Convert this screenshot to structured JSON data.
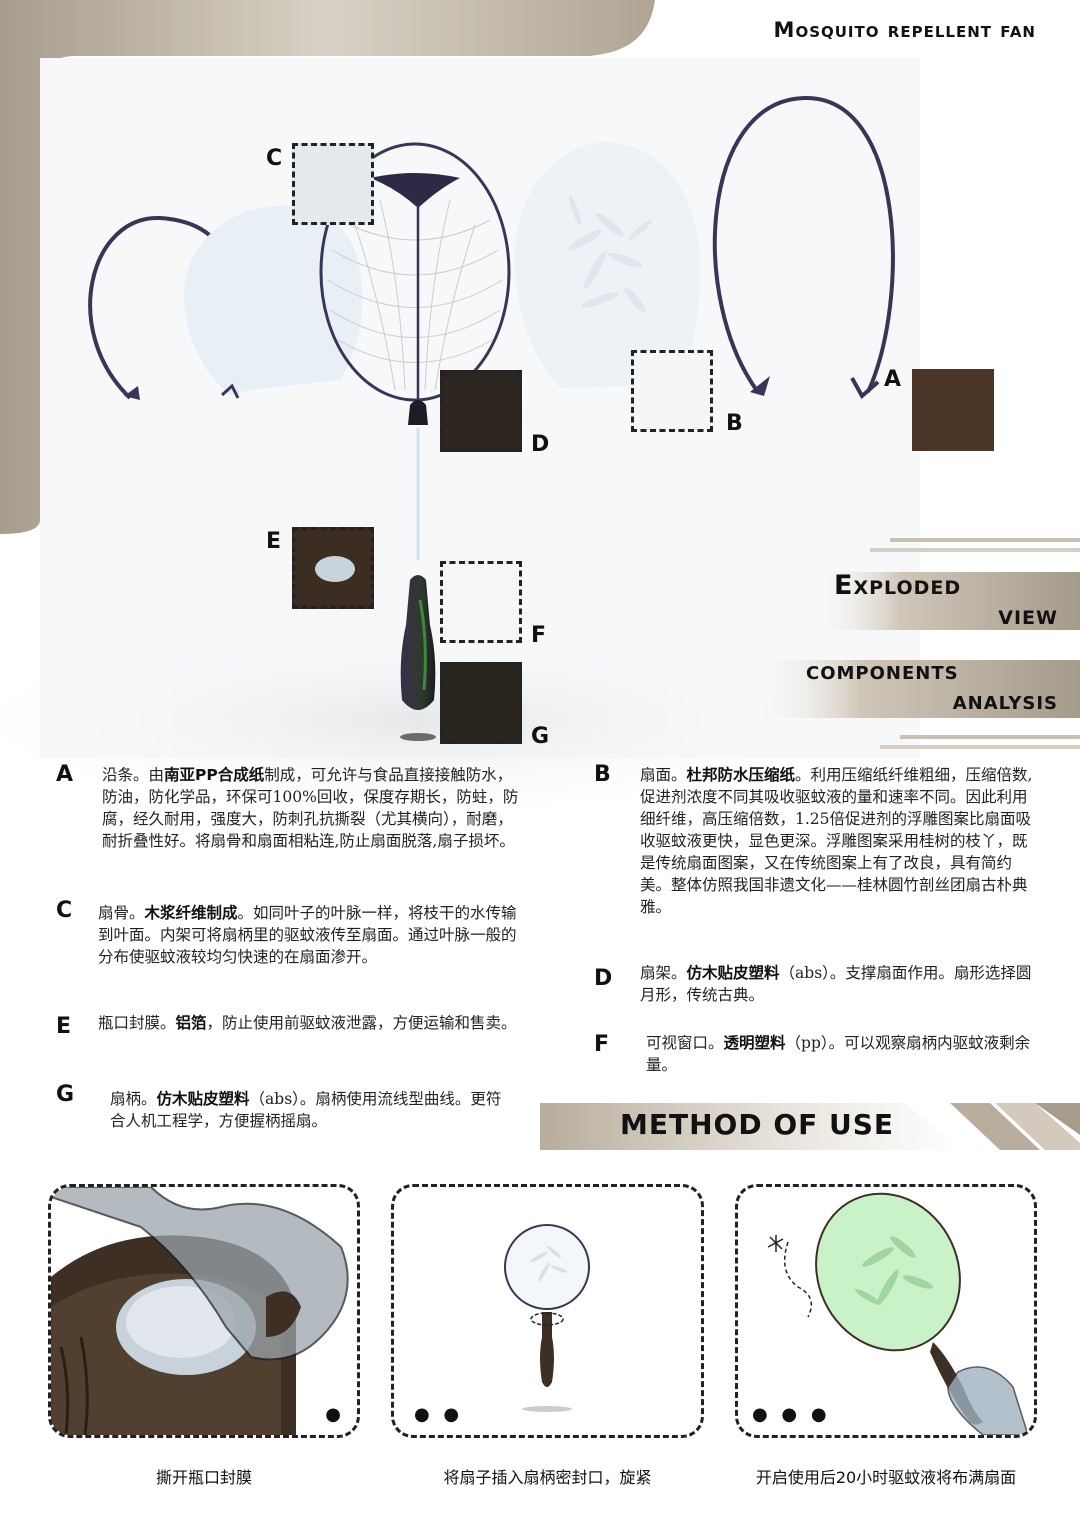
{
  "header": {
    "title": "Mosquito repellent fan"
  },
  "parts": {
    "labels": [
      "A",
      "B",
      "C",
      "D",
      "E",
      "F",
      "G"
    ],
    "swatch_colors": {
      "A": "#4a3526",
      "B": "#f3f4f5",
      "C": "#e6eaee",
      "D": "#2d251f",
      "E": "#3b2d22",
      "F": "#f5f5f5",
      "G": "#2a241f"
    }
  },
  "section_headings": {
    "exploded_1": "Exploded",
    "exploded_2": "view",
    "components_1": "components",
    "components_2": "analysis",
    "method": "METHOD OF USE"
  },
  "descriptions": {
    "A": {
      "letter": "A",
      "pre": "沿条。由",
      "hl": "南亚PP合成纸",
      "post": "制成，可允许与食品直接接触防水，防油，防化学品，环保可100%回收，保度存期长，防蛀，防腐，经久耐用，强度大，防刺孔抗撕裂（尤其横向），耐磨，耐折叠性好。将扇骨和扇面相粘连,防止扇面脱落,扇子损坏。"
    },
    "B": {
      "letter": "B",
      "pre": "扇面。",
      "hl": "杜邦防水压缩纸",
      "post": "。利用压缩纸纤维粗细，压缩倍数,促进剂浓度不同其吸收驱蚊液的量和速率不同。因此利用细纤维，高压缩倍数，1.25倍促进剂的浮雕图案比扇面吸收驱蚊液更快，显色更深。浮雕图案采用桂树的枝丫，既是传统扇面图案，又在传统图案上有了改良，具有简约美。整体仿照我国非遗文化——桂林圆竹剖丝团扇古朴典雅。"
    },
    "C": {
      "letter": "C",
      "pre": "扇骨。",
      "hl": "木浆纤维制成",
      "post": "。如同叶子的叶脉一样，将枝干的水传输到叶面。内架可将扇柄里的驱蚊液传至扇面。通过叶脉一般的分布使驱蚊液较均匀快速的在扇面渗开。"
    },
    "D": {
      "letter": "D",
      "pre": "扇架。",
      "hl": "仿木贴皮塑料",
      "post": "（abs）。支撑扇面作用。扇形选择圆月形，传统古典。"
    },
    "E": {
      "letter": "E",
      "pre": "瓶口封膜。",
      "hl": "铝箔",
      "post": "，防止使用前驱蚊液泄露，方便运输和售卖。"
    },
    "F": {
      "letter": "F",
      "pre": "可视窗口。",
      "hl": "透明塑料",
      "post": "（pp）。可以观察扇柄内驱蚊液剩余量。"
    },
    "G": {
      "letter": "G",
      "pre": "扇柄。",
      "hl": "仿木贴皮塑料",
      "post": "（abs）。扇柄使用流线型曲线。更符合人机工程学，方便握柄摇扇。"
    }
  },
  "steps": [
    {
      "dots": "●",
      "caption": "撕开瓶口封膜"
    },
    {
      "dots": "● ●",
      "caption": "将扇子插入扇柄密封口，旋紧"
    },
    {
      "dots": "● ● ●",
      "caption": "开启使用后20小时驱蚊液将布满扇面"
    }
  ],
  "colors": {
    "accent_tan": "#b4a998",
    "frame_purple": "#3a3558",
    "fan_face": "#eef3f7",
    "glow_green": "#c9f2c9"
  }
}
